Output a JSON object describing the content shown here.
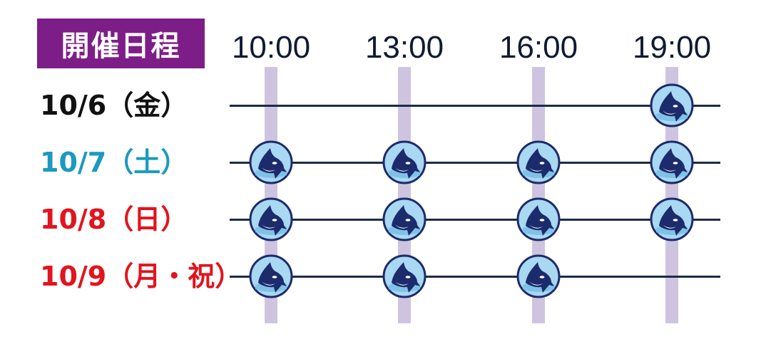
{
  "header": {
    "title": "開催日程"
  },
  "times": [
    "10:00",
    "13:00",
    "16:00",
    "19:00"
  ],
  "dates": [
    {
      "label": "10/6（金）",
      "color": "#111111",
      "shows": [
        false,
        false,
        false,
        true
      ]
    },
    {
      "label": "10/7（土）",
      "color": "#1a9ac0",
      "shows": [
        true,
        true,
        true,
        true
      ]
    },
    {
      "label": "10/8（日）",
      "color": "#e2141d",
      "shows": [
        true,
        true,
        true,
        true
      ]
    },
    {
      "label": "10/9（月・祝）",
      "color": "#e2141d",
      "shows": [
        true,
        true,
        true,
        false
      ]
    }
  ],
  "colors": {
    "header_bg": "#7d1d88",
    "column_band": "#cfc4df",
    "timeline": "#1c2b47",
    "icon_fill": "#a9d8f2",
    "icon_dark": "#1c2b6b"
  },
  "icons": {
    "show_marker": "orca-icon"
  }
}
